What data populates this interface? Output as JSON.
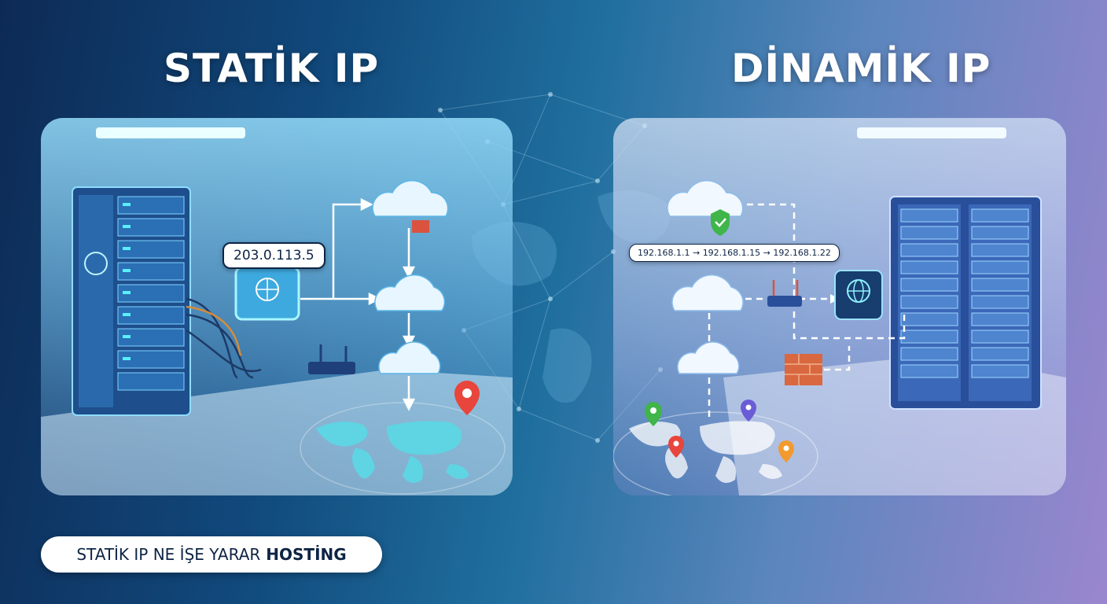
{
  "titles": {
    "left": "STATİK IP",
    "right": "DİNAMİK IP"
  },
  "static_ip": "203.0.113.5",
  "dynamic_ip_sequence": "192.168.1.1 → 192.168.1.15 → 192.168.1.22",
  "footer": {
    "text": "STATİK IP NE İŞE YARAR",
    "emphasis": "HOSTİNG"
  },
  "colors": {
    "background_left": "#0d2a55",
    "background_right": "#9a86cf",
    "accent_cyan": "#38e6ff",
    "location_pin_red": "#e8453c",
    "location_pin_green": "#3fb54a",
    "location_pin_purple": "#6a5bd6",
    "location_pin_orange": "#f29a2e"
  },
  "icons": [
    "server-rack-icon",
    "router-icon",
    "globe-icon",
    "cloud-icon",
    "firewall-icon",
    "shield-check-icon",
    "location-pin-icon",
    "world-map-icon"
  ]
}
